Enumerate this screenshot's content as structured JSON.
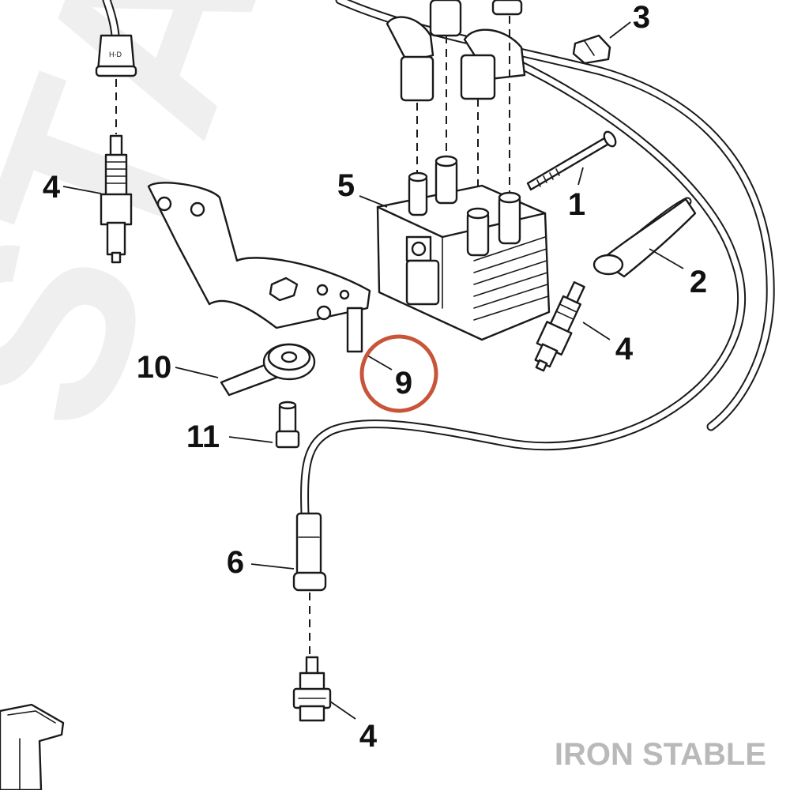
{
  "watermark": {
    "background_text": "STABLE",
    "corner_text": "IRON STABLE"
  },
  "callouts": [
    {
      "id": "c3",
      "number": "3"
    },
    {
      "id": "c4a",
      "number": "4"
    },
    {
      "id": "c5",
      "number": "5"
    },
    {
      "id": "c1",
      "number": "1"
    },
    {
      "id": "c2",
      "number": "2"
    },
    {
      "id": "c4b",
      "number": "4"
    },
    {
      "id": "c10",
      "number": "10"
    },
    {
      "id": "c9",
      "number": "9"
    },
    {
      "id": "c11",
      "number": "11"
    },
    {
      "id": "c6",
      "number": "6"
    },
    {
      "id": "c4c",
      "number": "4"
    }
  ],
  "highlight": {
    "target": "9",
    "color": "#c8553a"
  },
  "colors": {
    "ink": "#1a1a1a",
    "watermark": "#efefef",
    "corner_watermark": "#b9b9b9"
  }
}
